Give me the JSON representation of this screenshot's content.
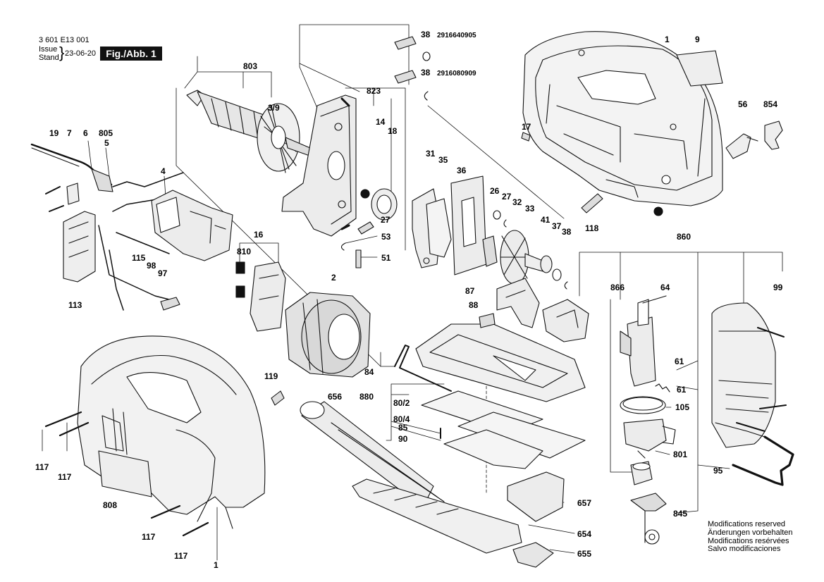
{
  "header": {
    "drawing_number": "3 601 E13 001",
    "issue_label": "Issue",
    "stand_label": "Stand",
    "date": "23-06-20",
    "figure_label": "Fig./Abb. 1"
  },
  "notes": [
    "Modifications reserved",
    "Änderungen vorbehalten",
    "Modifications resérvées",
    "Salvo modificaciones"
  ],
  "part_numbers": [
    {
      "label": "38",
      "part_no": "2916640905"
    },
    {
      "label": "38",
      "part_no": "2916080909"
    }
  ],
  "callouts": {
    "l1": "1",
    "l9": "9",
    "l803": "803",
    "l39": "3/9",
    "l823": "823",
    "l14": "14",
    "l18": "18",
    "l19": "19",
    "l7": "7",
    "l6": "6",
    "l805": "805",
    "l5": "5",
    "l4": "4",
    "l17": "17",
    "l56": "56",
    "l854": "854",
    "l31": "31",
    "l35": "35",
    "l36": "36",
    "l26": "26",
    "l27a": "27",
    "l32": "32",
    "l33": "33",
    "l27b": "27",
    "l41": "41",
    "l37": "37",
    "l38c": "38",
    "l118": "118",
    "l53": "53",
    "l51": "51",
    "l16": "16",
    "l810": "810",
    "l115": "115",
    "l98": "98",
    "l97": "97",
    "l113": "113",
    "l2": "2",
    "l87": "87",
    "l860": "860",
    "l866": "866",
    "l64": "64",
    "l99": "99",
    "l88": "88",
    "l84": "84",
    "l119": "119",
    "l61a": "61",
    "l61b": "61",
    "l105": "105",
    "l880": "880",
    "l802": "80/2",
    "l804": "80/4",
    "l85": "85",
    "l90": "90",
    "l656": "656",
    "l801": "801",
    "l95": "95",
    "l117a": "117",
    "l117b": "117",
    "l808": "808",
    "l657": "657",
    "l117c": "117",
    "l845": "845",
    "l654": "654",
    "l117d": "117",
    "l655": "655",
    "l1b": "1"
  }
}
